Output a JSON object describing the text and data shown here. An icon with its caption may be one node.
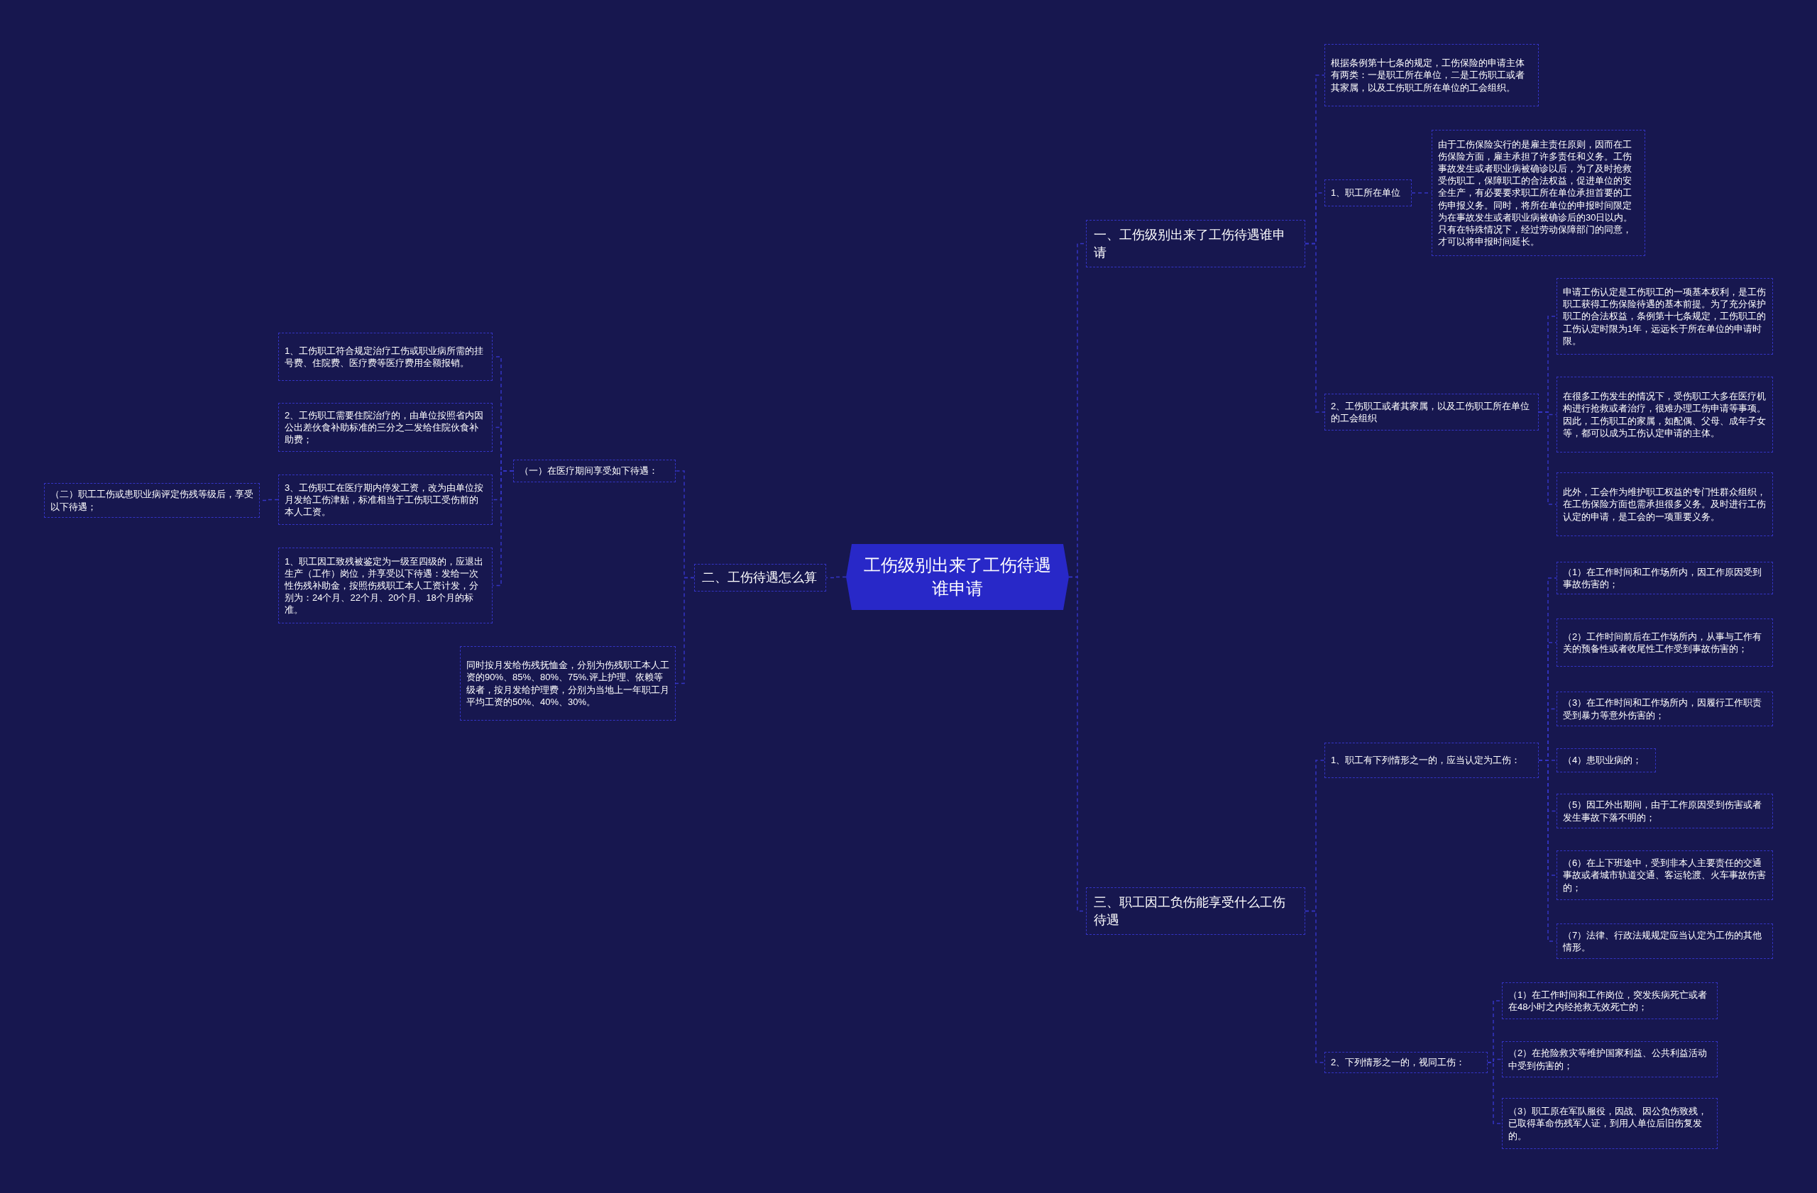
{
  "diagram": {
    "nodes": [
      {
        "text": [
          "工伤级别出来了工伤待遇谁申请"
        ]
      },
      {
        "text": [
          "一、工伤级别出来了工伤待遇谁申请"
        ]
      },
      {
        "text": [
          "根据条例第十七条的规定，工伤保险的申请主体有两类：一是职工所在单位，二是工伤职工或者其家属，以及工伤职工所在单位的工会组织。"
        ]
      },
      {
        "text": [
          "1、职工所在单位"
        ]
      },
      {
        "text": [
          "由于工伤保险实行的是雇主责任原则，因而在工伤保险方面，雇主承担了许多责任和义务。工伤事故发生或者职业病被确诊以后，为了及时抢救受伤职工，保障职工的合法权益，促进单位的安全生产，有必要要求职工所在单位承担首要的工伤申报义务。同时，将所在单位的申报时间限定为在事故发生或者职业病被确诊后的30日以内。只有在特殊情况下，经过劳动保障部门的同意，才可以将申报时间延长。"
        ]
      },
      {
        "text": [
          "2、工伤职工或者其家属，以及工伤职工所在单位的工会组织"
        ]
      },
      {
        "text": [
          "申请工伤认定是工伤职工的一项基本权利，是工伤职工获得工伤保险待遇的基本前提。为了充分保护职工的合法权益，条例第十七条规定，工伤职工的工伤认定时限为1年，远远长于所在单位的申请时限。"
        ]
      },
      {
        "text": [
          "在很多工伤发生的情况下，受伤职工大多在医疗机构进行抢救或者治疗，很难办理工伤申请等事项。因此，工伤职工的家属，如配偶、父母、成年子女等，都可以成为工伤认定申请的主体。"
        ]
      },
      {
        "text": [
          "此外，工会作为维护职工权益的专门性群众组织，在工伤保险方面也需承担很多义务。及时进行工伤认定的申请，是工会的一项重要义务。"
        ]
      },
      {
        "text": [
          "三、职工因工负伤能享受什么工伤待遇"
        ]
      },
      {
        "text": [
          "1、职工有下列情形之一的，应当认定为工伤："
        ]
      },
      {
        "text": [
          "（1）在工作时间和工作场所内，因工作原因受到事故伤害的；"
        ]
      },
      {
        "text": [
          "（2）工作时间前后在工作场所内，从事与工作有关的预备性或者收尾性工作受到事故伤害的；"
        ]
      },
      {
        "text": [
          "（3）在工作时间和工作场所内，因履行工作职责受到暴力等意外伤害的；"
        ]
      },
      {
        "text": [
          "（4）患职业病的；"
        ]
      },
      {
        "text": [
          "（5）因工外出期间，由于工作原因受到伤害或者发生事故下落不明的；"
        ]
      },
      {
        "text": [
          "（6）在上下班途中，受到非本人主要责任的交通事故或者城市轨道交通、客运轮渡、火车事故伤害的；"
        ]
      },
      {
        "text": [
          "（7）法律、行政法规规定应当认定为工伤的其他情形。"
        ]
      },
      {
        "text": [
          "2、下列情形之一的，视同工伤："
        ]
      },
      {
        "text": [
          "（1）在工作时间和工作岗位，突发疾病死亡或者在48小时之内经抢救无效死亡的；"
        ]
      },
      {
        "text": [
          "（2）在抢险救灾等维护国家利益、公共利益活动中受到伤害的；"
        ]
      },
      {
        "text": [
          "（3）职工原在军队服役，因战、因公负伤致残，已取得革命伤残军人证，到用人单位后旧伤复发的。"
        ]
      },
      {
        "text": [
          "二、工伤待遇怎么算"
        ]
      },
      {
        "text": [
          "（一）在医疗期间享受如下待遇："
        ]
      },
      {
        "text": [
          "1、工伤职工符合规定治疗工伤或职业病所需的挂号费、住院费、医疗费等医疗费用全额报销。"
        ]
      },
      {
        "text": [
          "2、工伤职工需要住院治疗的，由单位按照省内因公出差伙食补助标准的三分之二发给住院伙食补助费；"
        ]
      },
      {
        "text": [
          "3、工伤职工在医疗期内停发工资，改为由单位按月发给工伤津贴，标准相当于工伤职工受伤前的本人工资。"
        ]
      },
      {
        "text": [
          "1、职工因工致残被鉴定为一级至四级的，应退出生产（工作）岗位，并享受以下待遇：发给一次性伤残补助金，按照伤残职工本人工资计发，分别为：24个月、22个月、20个月、18个月的标准。"
        ]
      },
      {
        "text": [
          "（二）职工工伤或患职业病评定伤残等级后，享受以下待遇；"
        ]
      },
      {
        "text": [
          "同时按月发给伤残抚恤金，分别为伤残职工本人工资的90%、85%、80%、75%.评上护理、依赖等级者，按月发给护理费，分别为当地上一年职工月平均工资的50%、40%、30%。"
        ]
      }
    ],
    "edges": [
      {
        "from": 0,
        "to": 1,
        "arrow": "none"
      },
      {
        "from": 1,
        "to": 2,
        "arrow": "none"
      },
      {
        "from": 1,
        "to": 3,
        "arrow": "none"
      },
      {
        "from": 3,
        "to": 4,
        "arrow": "none"
      },
      {
        "from": 1,
        "to": 5,
        "arrow": "none"
      },
      {
        "from": 5,
        "to": 6,
        "arrow": "none"
      },
      {
        "from": 5,
        "to": 7,
        "arrow": "none"
      },
      {
        "from": 5,
        "to": 8,
        "arrow": "none"
      },
      {
        "from": 0,
        "to": 9,
        "arrow": "none"
      },
      {
        "from": 9,
        "to": 10,
        "arrow": "none"
      },
      {
        "from": 10,
        "to": 11,
        "arrow": "none"
      },
      {
        "from": 10,
        "to": 12,
        "arrow": "none"
      },
      {
        "from": 10,
        "to": 13,
        "arrow": "none"
      },
      {
        "from": 10,
        "to": 14,
        "arrow": "none"
      },
      {
        "from": 10,
        "to": 15,
        "arrow": "none"
      },
      {
        "from": 10,
        "to": 16,
        "arrow": "none"
      },
      {
        "from": 10,
        "to": 17,
        "arrow": "none"
      },
      {
        "from": 9,
        "to": 18,
        "arrow": "none"
      },
      {
        "from": 18,
        "to": 19,
        "arrow": "none"
      },
      {
        "from": 18,
        "to": 20,
        "arrow": "none"
      },
      {
        "from": 18,
        "to": 21,
        "arrow": "none"
      },
      {
        "from": 0,
        "to": 22,
        "arrow": "none"
      },
      {
        "from": 22,
        "to": 23,
        "arrow": "none"
      },
      {
        "from": 23,
        "to": 24,
        "arrow": "none"
      },
      {
        "from": 23,
        "to": 25,
        "arrow": "none"
      },
      {
        "from": 23,
        "to": 26,
        "arrow": "none"
      },
      {
        "from": 23,
        "to": 27,
        "arrow": "none"
      },
      {
        "from": 26,
        "to": 28,
        "arrow": "none"
      },
      {
        "from": 22,
        "to": 29,
        "arrow": "none"
      }
    ]
  }
}
